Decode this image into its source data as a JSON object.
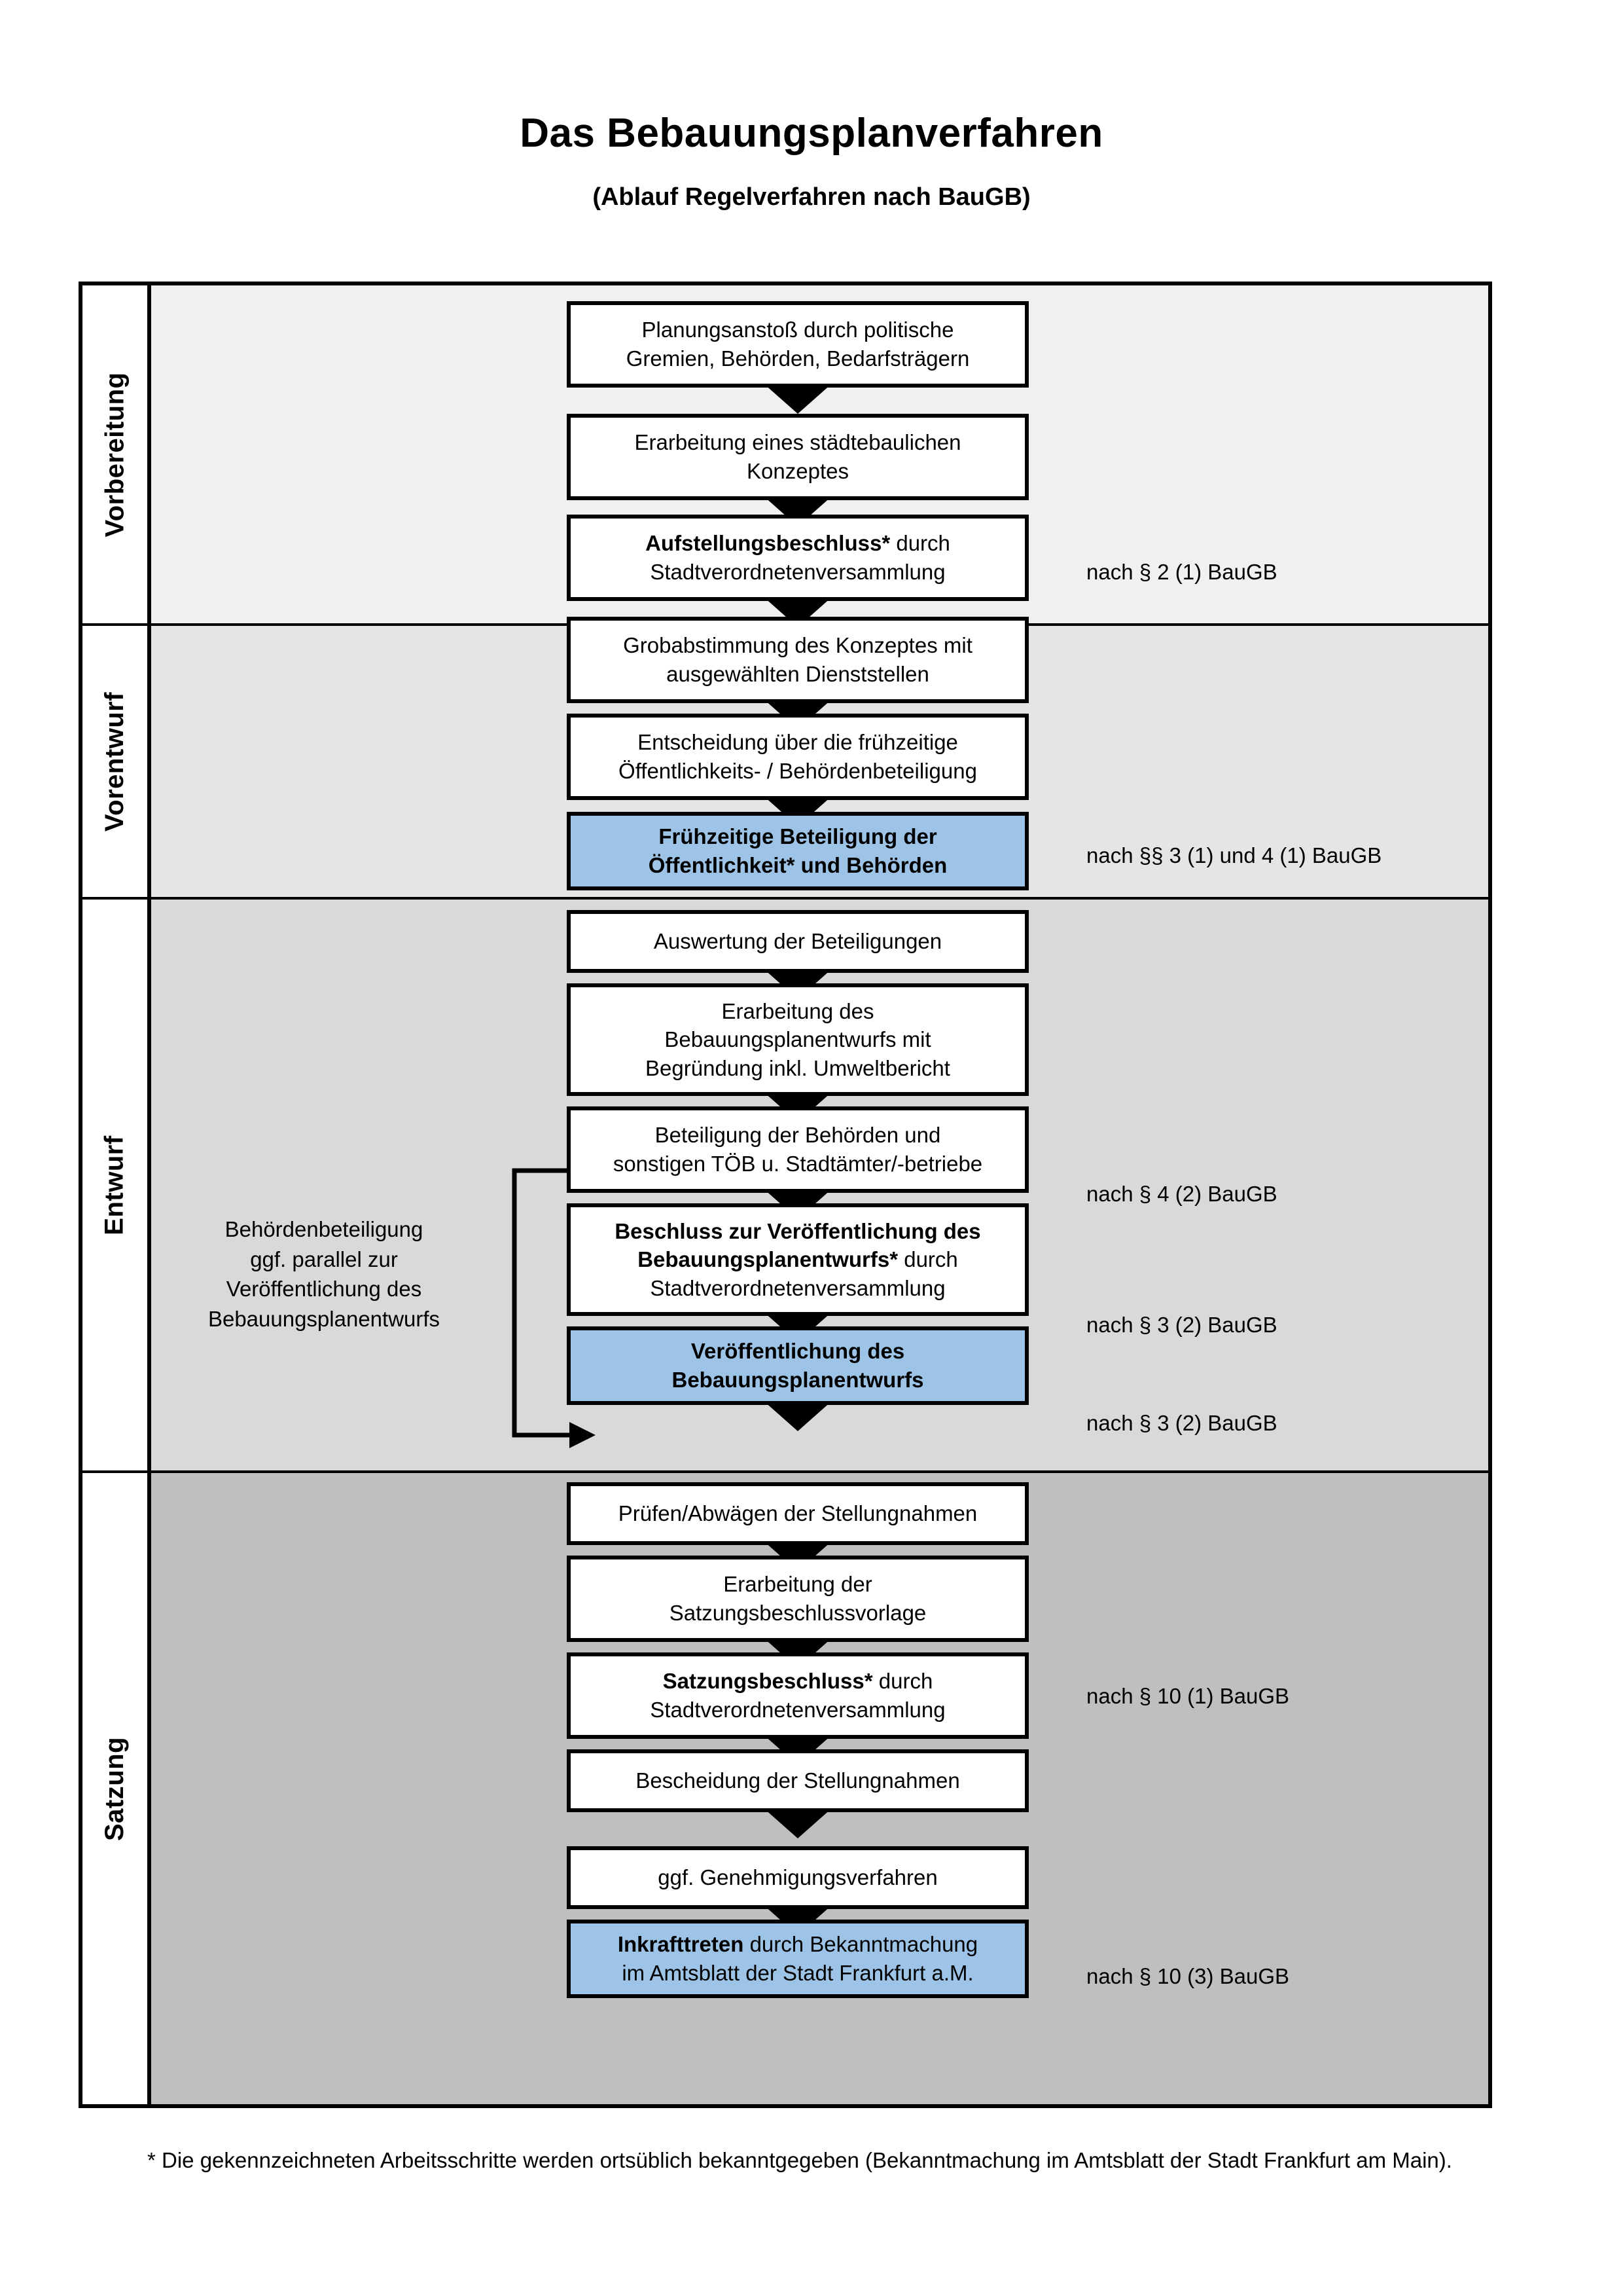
{
  "title": {
    "main": "Das Bebauungsplanverfahren",
    "sub": "(Ablauf Regelverfahren nach BauGB)"
  },
  "phases": [
    {
      "id": "vorbereitung",
      "label": "Vorbereitung",
      "band_color": "#F0F0F0"
    },
    {
      "id": "vorentwurf",
      "label": "Vorentwurf",
      "band_color": "#E5E5E5"
    },
    {
      "id": "entwurf",
      "label": "Entwurf",
      "band_color": "#D9D9D9"
    },
    {
      "id": "satzung",
      "label": "Satzung",
      "band_color": "#BFBFBF"
    }
  ],
  "steps": [
    {
      "id": "planungsanstoss",
      "phase": "vorbereitung",
      "lines": [
        "Planungsanstoß durch politische",
        "Gremien, Behörden, Bedarfsträgern"
      ],
      "bold_prefix": "",
      "accent": false
    },
    {
      "id": "konzept",
      "phase": "vorbereitung",
      "lines": [
        "Erarbeitung eines städtebaulichen",
        "Konzeptes"
      ],
      "bold_prefix": "",
      "accent": false
    },
    {
      "id": "aufstellungsbeschluss",
      "phase": "vorbereitung",
      "lines": [
        "Aufstellungsbeschluss* durch",
        "Stadtverordnetenversammlung"
      ],
      "bold_prefix": "Aufstellungsbeschluss*",
      "accent": false
    },
    {
      "id": "grobabstimmung",
      "phase": "vorentwurf",
      "lines": [
        "Grobabstimmung des Konzeptes mit",
        "ausgewählten Dienststellen"
      ],
      "bold_prefix": "",
      "accent": false
    },
    {
      "id": "entscheidung-fruehzeitig",
      "phase": "vorentwurf",
      "lines": [
        "Entscheidung über die frühzeitige",
        "Öffentlichkeits- / Behördenbeteiligung"
      ],
      "bold_prefix": "",
      "accent": false
    },
    {
      "id": "fruehzeitige-beteiligung",
      "phase": "vorentwurf",
      "lines": [
        "Frühzeitige Beteiligung der",
        "Öffentlichkeit* und Behörden"
      ],
      "bold_prefix": "ALL",
      "accent": true
    },
    {
      "id": "auswertung",
      "phase": "entwurf",
      "lines": [
        "Auswertung der Beteiligungen"
      ],
      "bold_prefix": "",
      "accent": false
    },
    {
      "id": "erarbeitung-entwurf",
      "phase": "entwurf",
      "lines": [
        "Erarbeitung des",
        "Bebauungsplanentwurfs mit",
        "Begründung inkl. Umweltbericht"
      ],
      "bold_prefix": "",
      "accent": false
    },
    {
      "id": "beteiligung-behoerden",
      "phase": "entwurf",
      "lines": [
        "Beteiligung der Behörden und",
        "sonstigen TÖB u. Stadtämter/-betriebe"
      ],
      "bold_prefix": "",
      "accent": false
    },
    {
      "id": "beschluss-veroeffentlichung",
      "phase": "entwurf",
      "lines": [
        "Beschluss zur Veröffentlichung des",
        "Bebauungsplanentwurfs* durch",
        "Stadtverordnetenversammlung"
      ],
      "bold_prefix": "Beschluss zur Veröffentlichung des Bebauungsplanentwurfs*",
      "accent": false
    },
    {
      "id": "veroeffentlichung",
      "phase": "entwurf",
      "lines": [
        "Veröffentlichung des",
        "Bebauungsplanentwurfs"
      ],
      "bold_prefix": "ALL",
      "accent": true
    },
    {
      "id": "pruefen-abwaegen",
      "phase": "satzung",
      "lines": [
        "Prüfen/Abwägen der Stellungnahmen"
      ],
      "bold_prefix": "",
      "accent": false
    },
    {
      "id": "satzungsbeschlussvorlage",
      "phase": "satzung",
      "lines": [
        "Erarbeitung der",
        "Satzungsbeschlussvorlage"
      ],
      "bold_prefix": "",
      "accent": false
    },
    {
      "id": "satzungsbeschluss",
      "phase": "satzung",
      "lines": [
        "Satzungsbeschluss* durch",
        "Stadtverordnetenversammlung"
      ],
      "bold_prefix": "Satzungsbeschluss*",
      "accent": false
    },
    {
      "id": "bescheidung",
      "phase": "satzung",
      "lines": [
        "Bescheidung der Stellungnahmen"
      ],
      "bold_prefix": "",
      "accent": false
    },
    {
      "id": "genehmigungsverfahren",
      "phase": "satzung",
      "lines": [
        "ggf. Genehmigungsverfahren"
      ],
      "bold_prefix": "",
      "accent": false
    },
    {
      "id": "inkrafttreten",
      "phase": "satzung",
      "lines": [
        "Inkrafttreten durch Bekanntmachung",
        "im Amtsblatt der Stadt Frankfurt a.M."
      ],
      "bold_prefix": "Inkrafttreten",
      "accent": true
    }
  ],
  "step_text": {
    "planungsanstoss_l1": "Planungsanstoß durch politische",
    "planungsanstoss_l2": "Gremien, Behörden, Bedarfsträgern",
    "konzept_l1": "Erarbeitung eines städtebaulichen",
    "konzept_l2": "Konzeptes",
    "aufstellung_bold": "Aufstellungsbeschluss*",
    "aufstellung_rest": " durch",
    "aufstellung_l2": "Stadtverordnetenversammlung",
    "grobabstimmung_l1": "Grobabstimmung des Konzeptes mit",
    "grobabstimmung_l2": "ausgewählten Dienststellen",
    "entscheidung_l1": "Entscheidung über die frühzeitige",
    "entscheidung_l2": "Öffentlichkeits- / Behördenbeteiligung",
    "fruehzeitig_l1": "Frühzeitige Beteiligung der",
    "fruehzeitig_l2": "Öffentlichkeit* und Behörden",
    "auswertung_l1": "Auswertung der Beteiligungen",
    "erarbeitung_l1": "Erarbeitung des",
    "erarbeitung_l2": "Bebauungsplanentwurfs mit",
    "erarbeitung_l3": "Begründung inkl. Umweltbericht",
    "beteiligung_l1": "Beteiligung der Behörden und",
    "beteiligung_l2": "sonstigen TÖB u. Stadtämter/-betriebe",
    "beschluss_bold1": "Beschluss zur Veröffentlichung des",
    "beschluss_bold2": "Bebauungsplanentwurfs*",
    "beschluss_rest": " durch",
    "beschluss_l3": "Stadtverordnetenversammlung",
    "veroeff_l1": "Veröffentlichung des",
    "veroeff_l2": "Bebauungsplanentwurfs",
    "pruefen_l1": "Prüfen/Abwägen der Stellungnahmen",
    "satzvorlage_l1": "Erarbeitung der",
    "satzvorlage_l2": "Satzungsbeschlussvorlage",
    "satzbeschluss_bold": "Satzungsbeschluss*",
    "satzbeschluss_rest": " durch",
    "satzbeschluss_l2": "Stadtverordnetenversammlung",
    "bescheidung_l1": "Bescheidung der Stellungnahmen",
    "genehmigung_l1": "ggf. Genehmigungsverfahren",
    "inkraft_bold": "Inkrafttreten",
    "inkraft_rest": " durch Bekanntmachung",
    "inkraft_l2": "im Amtsblatt der Stadt Frankfurt a.M."
  },
  "legal_refs": [
    {
      "id": "ref-aufstellungsbeschluss",
      "text": "nach § 2 (1) BauGB"
    },
    {
      "id": "ref-fruehzeitige-beteiligung",
      "text": "nach §§ 3 (1) und 4 (1) BauGB"
    },
    {
      "id": "ref-behoerdenbeteiligung",
      "text": "nach § 4 (2) BauGB"
    },
    {
      "id": "ref-beschluss-veroeffentlichung",
      "text": "nach § 3 (2) BauGB"
    },
    {
      "id": "ref-veroeffentlichung",
      "text": "nach § 3 (2) BauGB"
    },
    {
      "id": "ref-satzungsbeschluss",
      "text": "nach § 10 (1) BauGB"
    },
    {
      "id": "ref-inkrafttreten",
      "text": "nach § 10 (3) BauGB"
    }
  ],
  "side_note": {
    "l1": "Behördenbeteiligung",
    "l2": "ggf. parallel zur",
    "l3": "Veröffentlichung des",
    "l4": "Bebauungsplanentwurfs"
  },
  "footnote": {
    "text": "* Die gekennzeichneten Arbeitsschritte werden ortsüblich bekanntgegeben (Bekanntmachung im Amtsblatt  der Stadt Frankfurt am Main)."
  },
  "colors": {
    "accent_blue": "#9DC3E6",
    "band1": "#F0F0F0",
    "band2": "#E5E5E5",
    "band3": "#D9D9D9",
    "band4": "#BFBFBF",
    "line": "#000000"
  }
}
